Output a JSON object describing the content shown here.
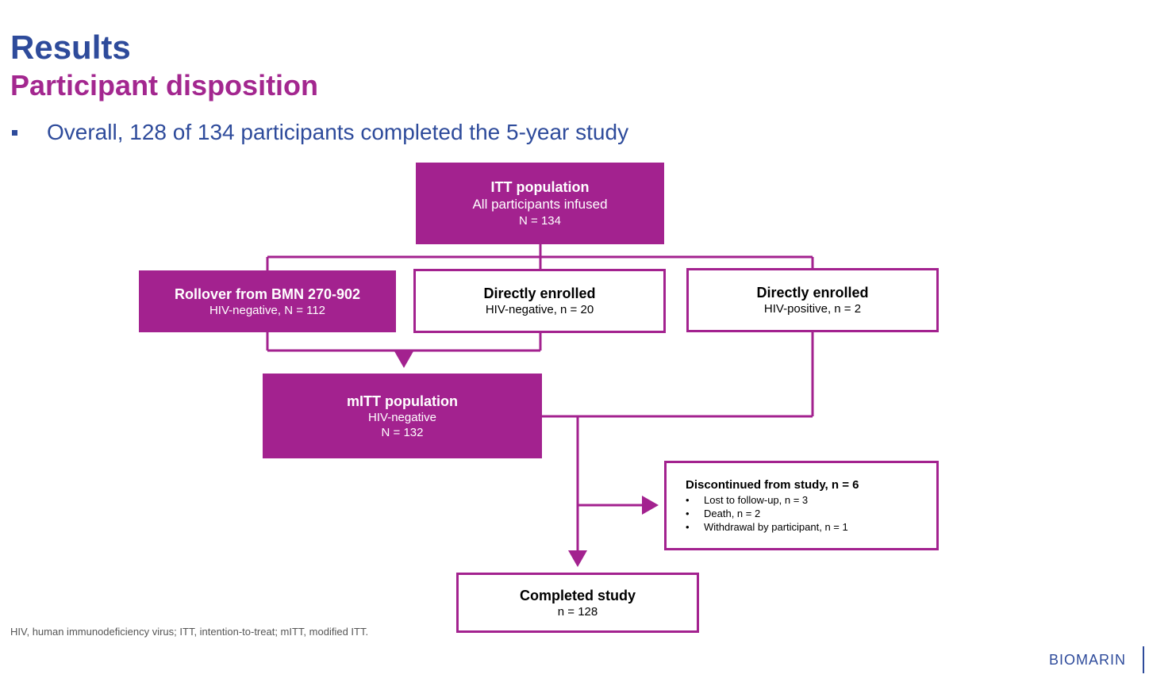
{
  "header": {
    "title": "Results",
    "subtitle": "Participant disposition",
    "bullet": "Overall, 128 of 134 participants completed the 5-year study"
  },
  "flow": {
    "itt": {
      "title": "ITT population",
      "line1": "All participants infused",
      "line2": "N = 134"
    },
    "rollover": {
      "title": "Rollover from BMN 270-902",
      "line1": "HIV-negative, N = 112"
    },
    "direct_negative": {
      "title": "Directly enrolled",
      "line1": "HIV-negative, n = 20"
    },
    "direct_positive": {
      "title": "Directly enrolled",
      "line1": "HIV-positive, n = 2"
    },
    "mitt": {
      "title": "mITT population",
      "line1": "HIV-negative",
      "line2": "N = 132"
    },
    "discontinued": {
      "title": "Discontinued from study, n = 6",
      "reasons": [
        "Lost to follow-up, n = 3",
        "Death, n = 2",
        "Withdrawal by participant, n = 1"
      ]
    },
    "completed": {
      "title": "Completed study",
      "line1": "n = 128"
    }
  },
  "footnote": "HIV, human immunodeficiency virus; ITT, intention-to-treat; mITT, modified ITT.",
  "logo": "BIOMARIN",
  "colors": {
    "brand_blue": "#2e4b9b",
    "brand_magenta": "#a3228f"
  }
}
